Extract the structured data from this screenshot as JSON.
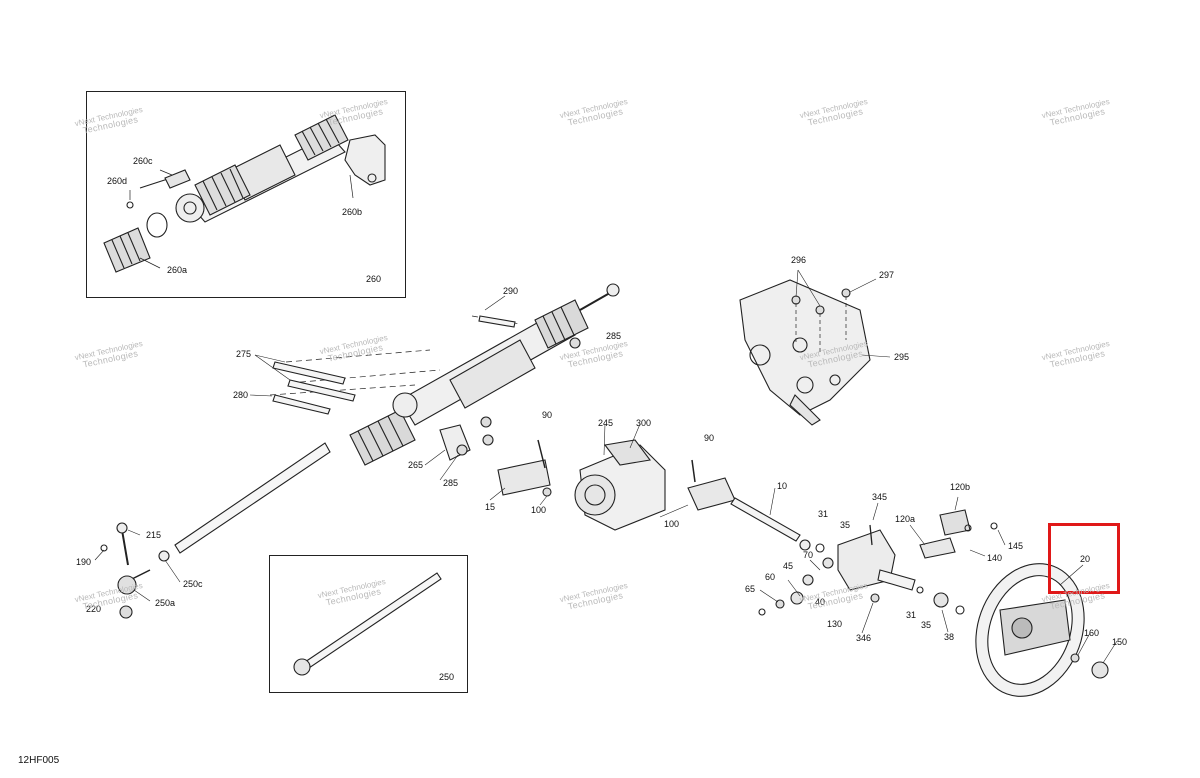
{
  "figure_code": "12HF005",
  "watermark": {
    "line1": "vNext Technologies",
    "line2": "Technologies"
  },
  "highlight_color": "#e01818",
  "insets": {
    "top": {
      "number": "260",
      "labels": [
        "260c",
        "260d",
        "260b",
        "260a"
      ]
    },
    "bottom": {
      "number": "250"
    }
  },
  "callouts": {
    "c290": "290",
    "c285a": "285",
    "c275": "275",
    "c280": "280",
    "c265": "265",
    "c285b": "285",
    "c90a": "90",
    "c15": "15",
    "c100a": "100",
    "c245": "245",
    "c300": "300",
    "c90b": "90",
    "c100b": "100",
    "c10": "10",
    "c296": "296",
    "c297": "297",
    "c295": "295",
    "c345": "345",
    "c120b": "120b",
    "c120a": "120a",
    "c31a": "31",
    "c35a": "35",
    "c145": "145",
    "c140": "140",
    "c20": "20",
    "c215": "215",
    "c190": "190",
    "c250c": "250c",
    "c250a": "250a",
    "c220": "220",
    "c70": "70",
    "c60": "60",
    "c45": "45",
    "c65": "65",
    "c40": "40",
    "c130": "130",
    "c346": "346",
    "c31b": "31",
    "c35b": "35",
    "c38": "38",
    "c160": "160",
    "c150": "150"
  }
}
